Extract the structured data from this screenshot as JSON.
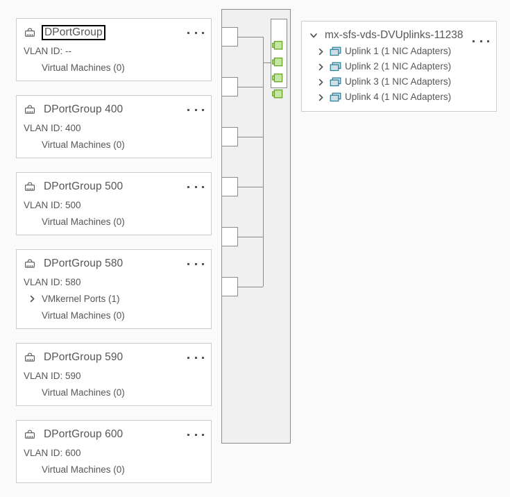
{
  "colors": {
    "page_background": "#fafafa",
    "card_background": "#ffffff",
    "card_border": "#cccccc",
    "text": "#565656",
    "topology_panel_fill": "#f0f0f0",
    "topology_line": "#8a8a8a",
    "port_active_fill": "#c3e6a0",
    "port_active_stroke": "#62a420",
    "nic_icon_fill": "#cfdde4",
    "nic_icon_stroke": "#1c7a96",
    "focus_outline": "#000000"
  },
  "port_groups": [
    {
      "icon": "port-group-icon",
      "name": "DPortGroup",
      "focused": true,
      "vlan_label": "VLAN ID: --",
      "rows": [
        {
          "label": "Virtual Machines (0)",
          "chevron": false
        }
      ],
      "menu_label": "..."
    },
    {
      "icon": "port-group-icon",
      "name": "DPortGroup 400",
      "focused": false,
      "vlan_label": "VLAN ID: 400",
      "rows": [
        {
          "label": "Virtual Machines (0)",
          "chevron": false
        }
      ],
      "menu_label": "..."
    },
    {
      "icon": "port-group-icon",
      "name": "DPortGroup 500",
      "focused": false,
      "vlan_label": "VLAN ID: 500",
      "rows": [
        {
          "label": "Virtual Machines (0)",
          "chevron": false
        }
      ],
      "menu_label": "..."
    },
    {
      "icon": "port-group-icon",
      "name": "DPortGroup 580",
      "focused": false,
      "vlan_label": "VLAN ID: 580",
      "rows": [
        {
          "label": "VMkernel Ports (1)",
          "chevron": true
        },
        {
          "label": "Virtual Machines (0)",
          "chevron": false
        }
      ],
      "menu_label": "..."
    },
    {
      "icon": "port-group-icon",
      "name": "DPortGroup 590",
      "focused": false,
      "vlan_label": "VLAN ID: 590",
      "rows": [
        {
          "label": "Virtual Machines (0)",
          "chevron": false
        }
      ],
      "menu_label": "..."
    },
    {
      "icon": "port-group-icon",
      "name": "DPortGroup 600",
      "focused": false,
      "vlan_label": "VLAN ID: 600",
      "rows": [
        {
          "label": "Virtual Machines (0)",
          "chevron": false
        }
      ],
      "menu_label": "..."
    }
  ],
  "topology": {
    "stub_count": 6,
    "port_indicators": [
      {
        "state": "active"
      },
      {
        "state": "active"
      },
      {
        "state": "active"
      },
      {
        "state": "active"
      }
    ]
  },
  "uplink_group": {
    "chevron_icon": "chevron-down-icon",
    "title": "mx-sfs-vds-DVUplinks-11238",
    "menu_label": "...",
    "uplinks": [
      {
        "chevron_icon": "chevron-right-icon",
        "icon": "nic-adapter-icon",
        "label": "Uplink 1 (1 NIC Adapters)"
      },
      {
        "chevron_icon": "chevron-right-icon",
        "icon": "nic-adapter-icon",
        "label": "Uplink 2 (1 NIC Adapters)"
      },
      {
        "chevron_icon": "chevron-right-icon",
        "icon": "nic-adapter-icon",
        "label": "Uplink 3 (1 NIC Adapters)"
      },
      {
        "chevron_icon": "chevron-right-icon",
        "icon": "nic-adapter-icon",
        "label": "Uplink 4 (1 NIC Adapters)"
      }
    ]
  }
}
